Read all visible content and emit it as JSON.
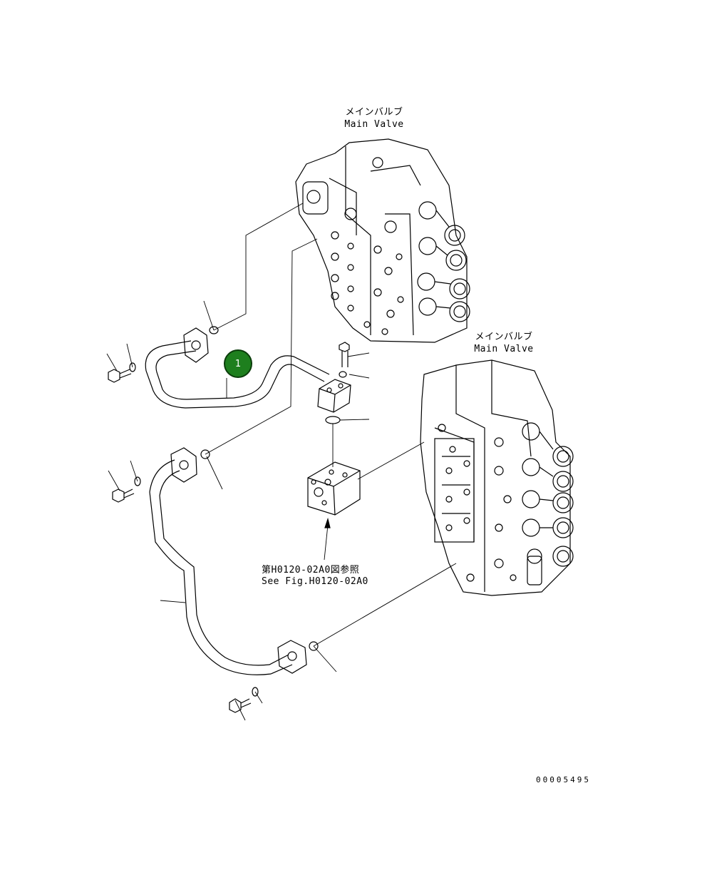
{
  "labels": {
    "main_valve_top_jp": "メインバルブ",
    "main_valve_top_en": "Main Valve",
    "main_valve_right_jp": "メインバルブ",
    "main_valve_right_en": "Main Valve",
    "see_fig_jp": "第H0120-02A0図参照",
    "see_fig_en": "See Fig.H0120-02A0"
  },
  "callout": {
    "number": "1",
    "color": "#1e7f1e"
  },
  "document_number": "00005495"
}
